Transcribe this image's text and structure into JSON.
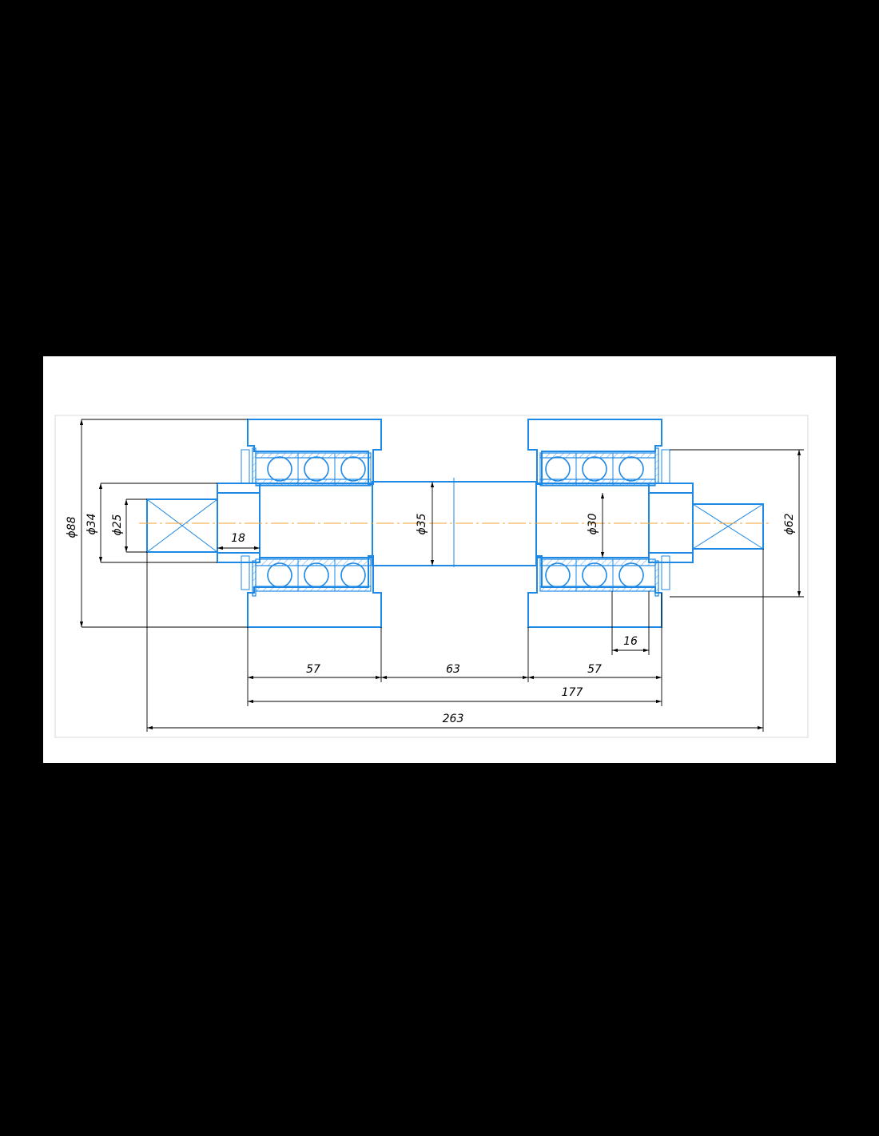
{
  "dimensions": {
    "d88": "ϕ88",
    "d34": "ϕ34",
    "d25": "ϕ25",
    "d35": "ϕ35",
    "d30": "ϕ30",
    "d62": "ϕ62",
    "len18": "18",
    "len16": "16",
    "len57_left": "57",
    "len63": "63",
    "len57_right": "57",
    "len177": "177",
    "len263": "263"
  },
  "colors": {
    "part_outline": "#1e88e5",
    "axis_line": "#f0a030",
    "dimension": "#000000",
    "background": "#000000",
    "sheet": "#ffffff"
  }
}
